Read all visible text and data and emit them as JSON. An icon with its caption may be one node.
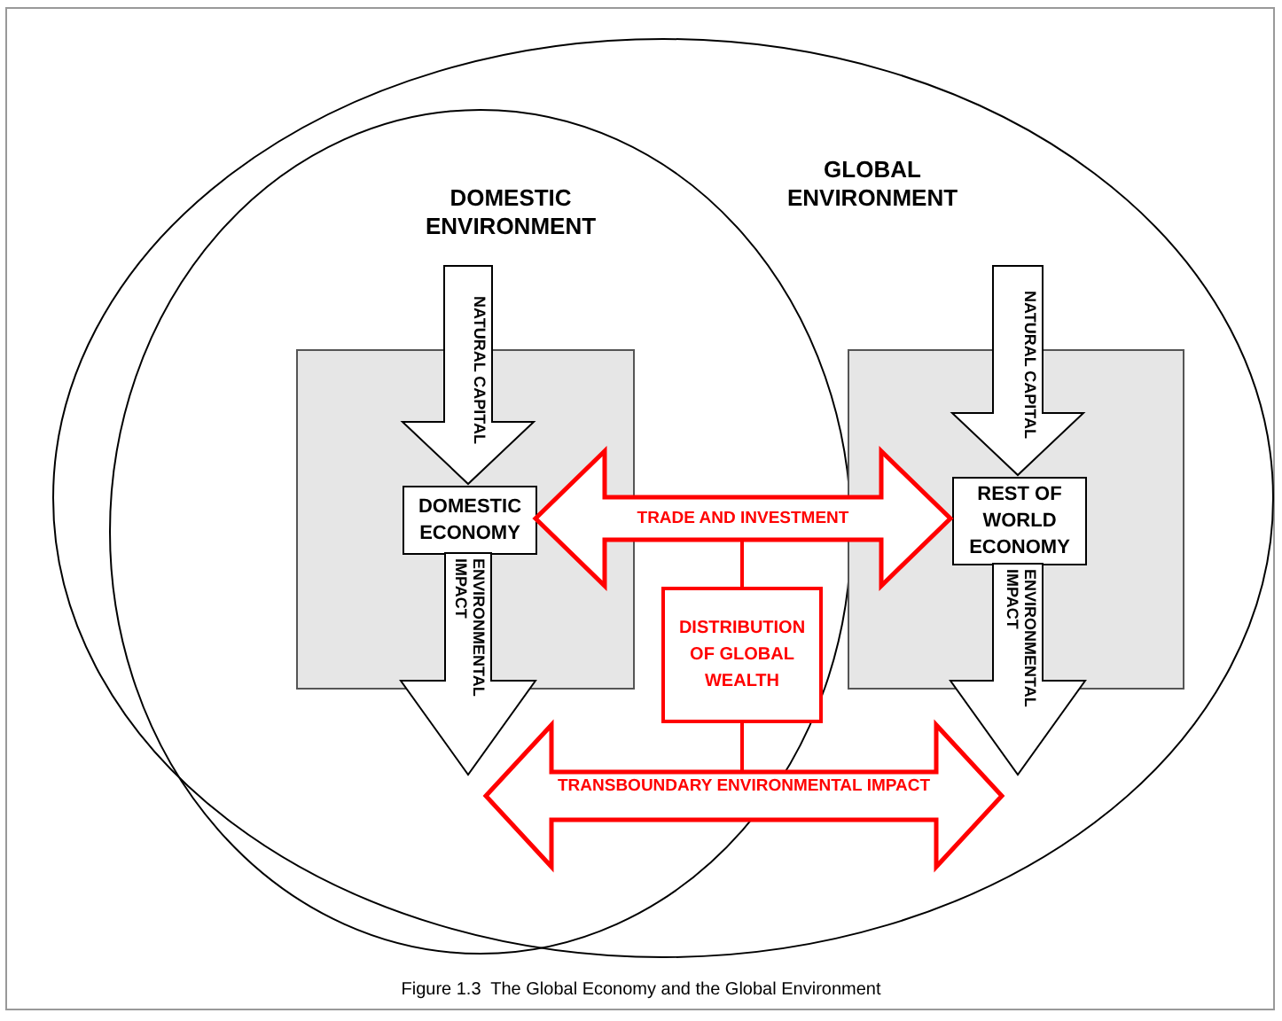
{
  "diagram": {
    "caption": "Figure 1.3  The Global Economy and the Global Environment",
    "nodes": [
      {
        "text": [
          "GLOBAL ENVIRONMENT"
        ]
      },
      {
        "text": [
          "DOMESTIC ENVIRONMENT"
        ],
        "in": 0
      },
      {
        "text": [],
        "shape": "box",
        "in": 1
      },
      {
        "text": [
          "DOMESTIC ECONOMY"
        ],
        "in": 2
      },
      {
        "text": [],
        "shape": "box",
        "in": 0
      },
      {
        "text": [
          "REST OF WORLD ECONOMY"
        ],
        "in": 4
      },
      {
        "text": [
          "DISTRIBUTION OF GLOBAL WEALTH"
        ],
        "in": 1
      },
      {
        "text": [
          "TRANSBOUNDARY ENVIRONMENTAL IMPACT"
        ],
        "in": 0
      }
    ],
    "edges": [
      {
        "from": null,
        "to": 3,
        "arrow": "to",
        "label": "NATURAL CAPITAL"
      },
      {
        "from": 3,
        "to": null,
        "arrow": "to",
        "label": "ENVIRONMENTAL IMPACT"
      },
      {
        "from": null,
        "to": 5,
        "arrow": "to",
        "label": "NATURAL CAPITAL"
      },
      {
        "from": 5,
        "to": null,
        "arrow": "to",
        "label": "ENVIRONMENTAL IMPACT"
      },
      {
        "from": 3,
        "to": 5,
        "arrow": "both",
        "label": "TRADE AND INVESTMENT",
        "color": "#ff0000"
      },
      {
        "from": null,
        "to": 6,
        "arrow": "none",
        "color": "#ff0000"
      },
      {
        "from": 6,
        "to": 7,
        "arrow": "none",
        "color": "#ff0000"
      }
    ]
  }
}
